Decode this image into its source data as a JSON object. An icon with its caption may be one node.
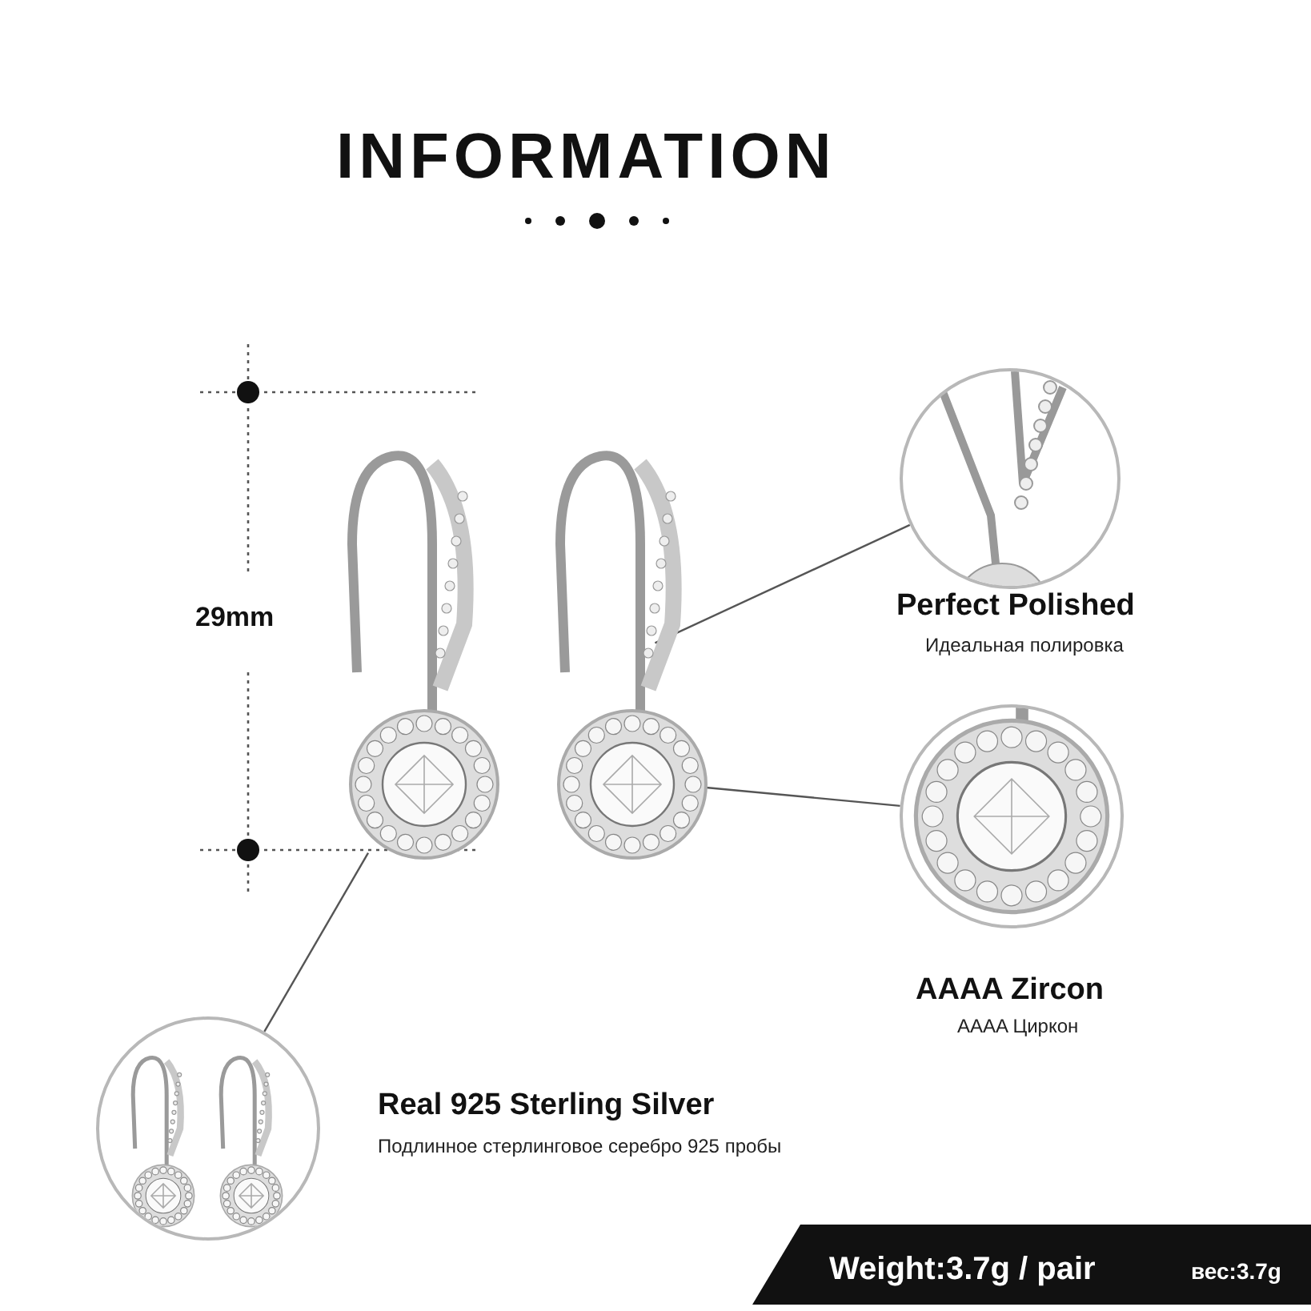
{
  "diagram": {
    "title": "INFORMATION",
    "nodes": [
      {
        "text": [],
        "shape": "picture"
      },
      {
        "text": [],
        "shape": "picture"
      },
      {
        "text": [],
        "shape": "circle",
        "beside": [
          "Perfect Polished",
          "Идеальная полировка"
        ]
      },
      {
        "text": [],
        "shape": "circle",
        "beside": [
          "AAAA Zircon",
          "AAAA Циркон"
        ]
      },
      {
        "text": [],
        "shape": "circle",
        "beside": [
          "Real 925 Sterling Silver",
          "Подлинное стерлинговое серебро 925 пробы"
        ]
      }
    ],
    "edges": [
      {
        "from": 1,
        "to": 2,
        "arrow": "none"
      },
      {
        "from": 1,
        "to": 3,
        "arrow": "none"
      },
      {
        "from": 0,
        "to": 4,
        "arrow": "none"
      }
    ],
    "labels": [
      "29mm",
      "Weight:3.7g / pair",
      "вес:3.7g"
    ]
  }
}
